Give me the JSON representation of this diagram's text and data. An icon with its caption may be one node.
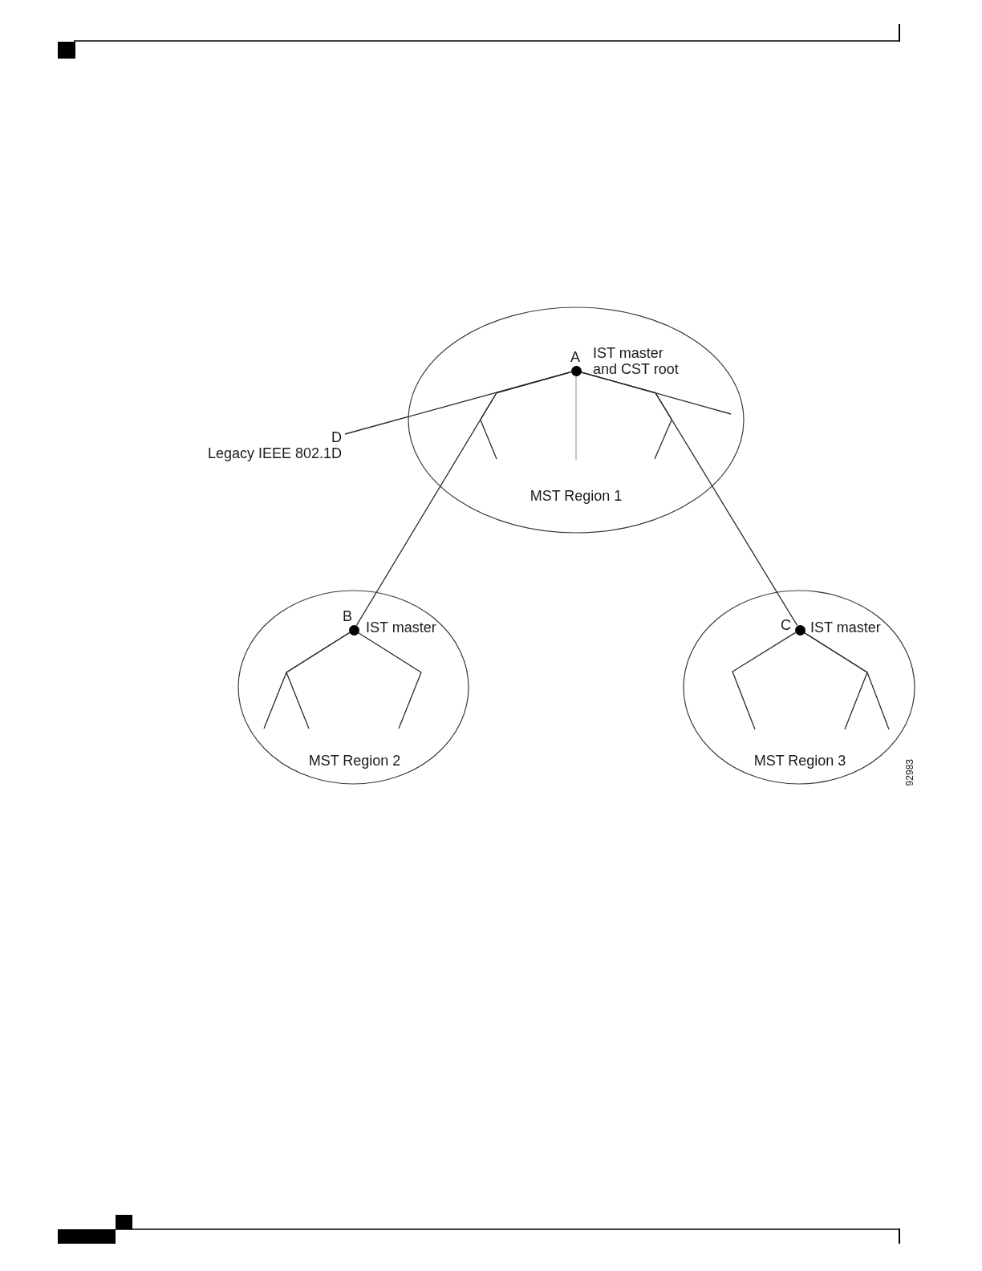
{
  "diagram": {
    "nodes": [
      {
        "text": [
          "MST Region 1"
        ]
      },
      {
        "text": [],
        "shape": "circle",
        "beside": [
          "A",
          "IST master and CST root"
        ],
        "in": 0
      },
      {
        "text": [
          "D",
          "Legacy IEEE 802.1D"
        ]
      },
      {
        "text": [
          "MST Region 2"
        ]
      },
      {
        "text": [],
        "shape": "circle",
        "beside": [
          "B",
          "IST master"
        ],
        "in": 3
      },
      {
        "text": [
          "MST Region 3"
        ]
      },
      {
        "text": [],
        "shape": "circle",
        "beside": [
          "C",
          "IST master"
        ],
        "in": 5
      }
    ],
    "edges": [
      {
        "from": 1,
        "to": 2,
        "arrow": "none"
      },
      {
        "from": 1,
        "to": 4,
        "arrow": "none"
      },
      {
        "from": 1,
        "to": 6,
        "arrow": "none"
      },
      {
        "from": 1,
        "to": null,
        "arrow": "none"
      },
      {
        "from": 1,
        "to": null,
        "arrow": "none",
        "color": "#a6a6a6"
      },
      {
        "from": 1,
        "to": null,
        "arrow": "none"
      },
      {
        "from": 1,
        "to": null,
        "arrow": "none"
      },
      {
        "from": 4,
        "to": null,
        "arrow": "none"
      },
      {
        "from": 4,
        "to": null,
        "arrow": "none"
      },
      {
        "from": 4,
        "to": null,
        "arrow": "none"
      },
      {
        "from": 6,
        "to": null,
        "arrow": "none"
      },
      {
        "from": 6,
        "to": null,
        "arrow": "none"
      },
      {
        "from": 6,
        "to": null,
        "arrow": "none"
      }
    ],
    "labels": [
      "92983"
    ]
  }
}
